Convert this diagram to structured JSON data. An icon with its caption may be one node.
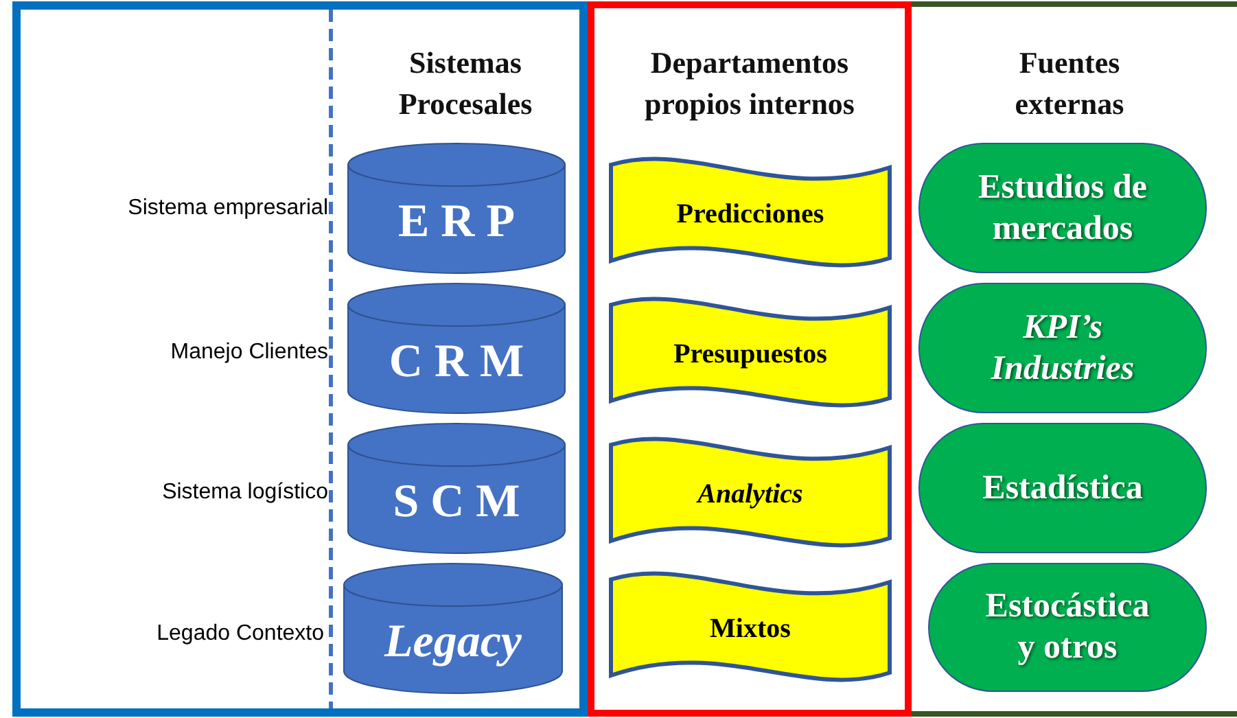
{
  "diagram": {
    "nodes": [
      {
        "text": [
          "Sistemas Procesales"
        ]
      },
      {
        "text": [
          "E R P"
        ],
        "in": 0,
        "beside": [
          "Sistema empresarial"
        ]
      },
      {
        "text": [
          "C R M"
        ],
        "in": 0,
        "beside": [
          "Manejo Clientes"
        ]
      },
      {
        "text": [
          "S C M"
        ],
        "in": 0,
        "beside": [
          "Sistema logístico"
        ]
      },
      {
        "text": [
          "Legacy"
        ],
        "in": 0,
        "beside": [
          "Legado Contexto"
        ]
      },
      {
        "text": [
          "Departamentos propios internos"
        ]
      },
      {
        "text": [
          "Predicciones"
        ],
        "in": 5
      },
      {
        "text": [
          "Presupuestos"
        ],
        "in": 5
      },
      {
        "text": [
          "Analytics"
        ],
        "in": 5
      },
      {
        "text": [
          "Mixtos"
        ],
        "in": 5
      },
      {
        "text": [
          "Fuentes externas"
        ]
      },
      {
        "text": [
          "Estudios de mercados"
        ],
        "in": 10
      },
      {
        "text": [
          "KPI’s Industries"
        ],
        "in": 10
      },
      {
        "text": [
          "Estadística"
        ],
        "in": 10
      },
      {
        "text": [
          "Estocástica y otros"
        ],
        "in": 10
      }
    ]
  }
}
